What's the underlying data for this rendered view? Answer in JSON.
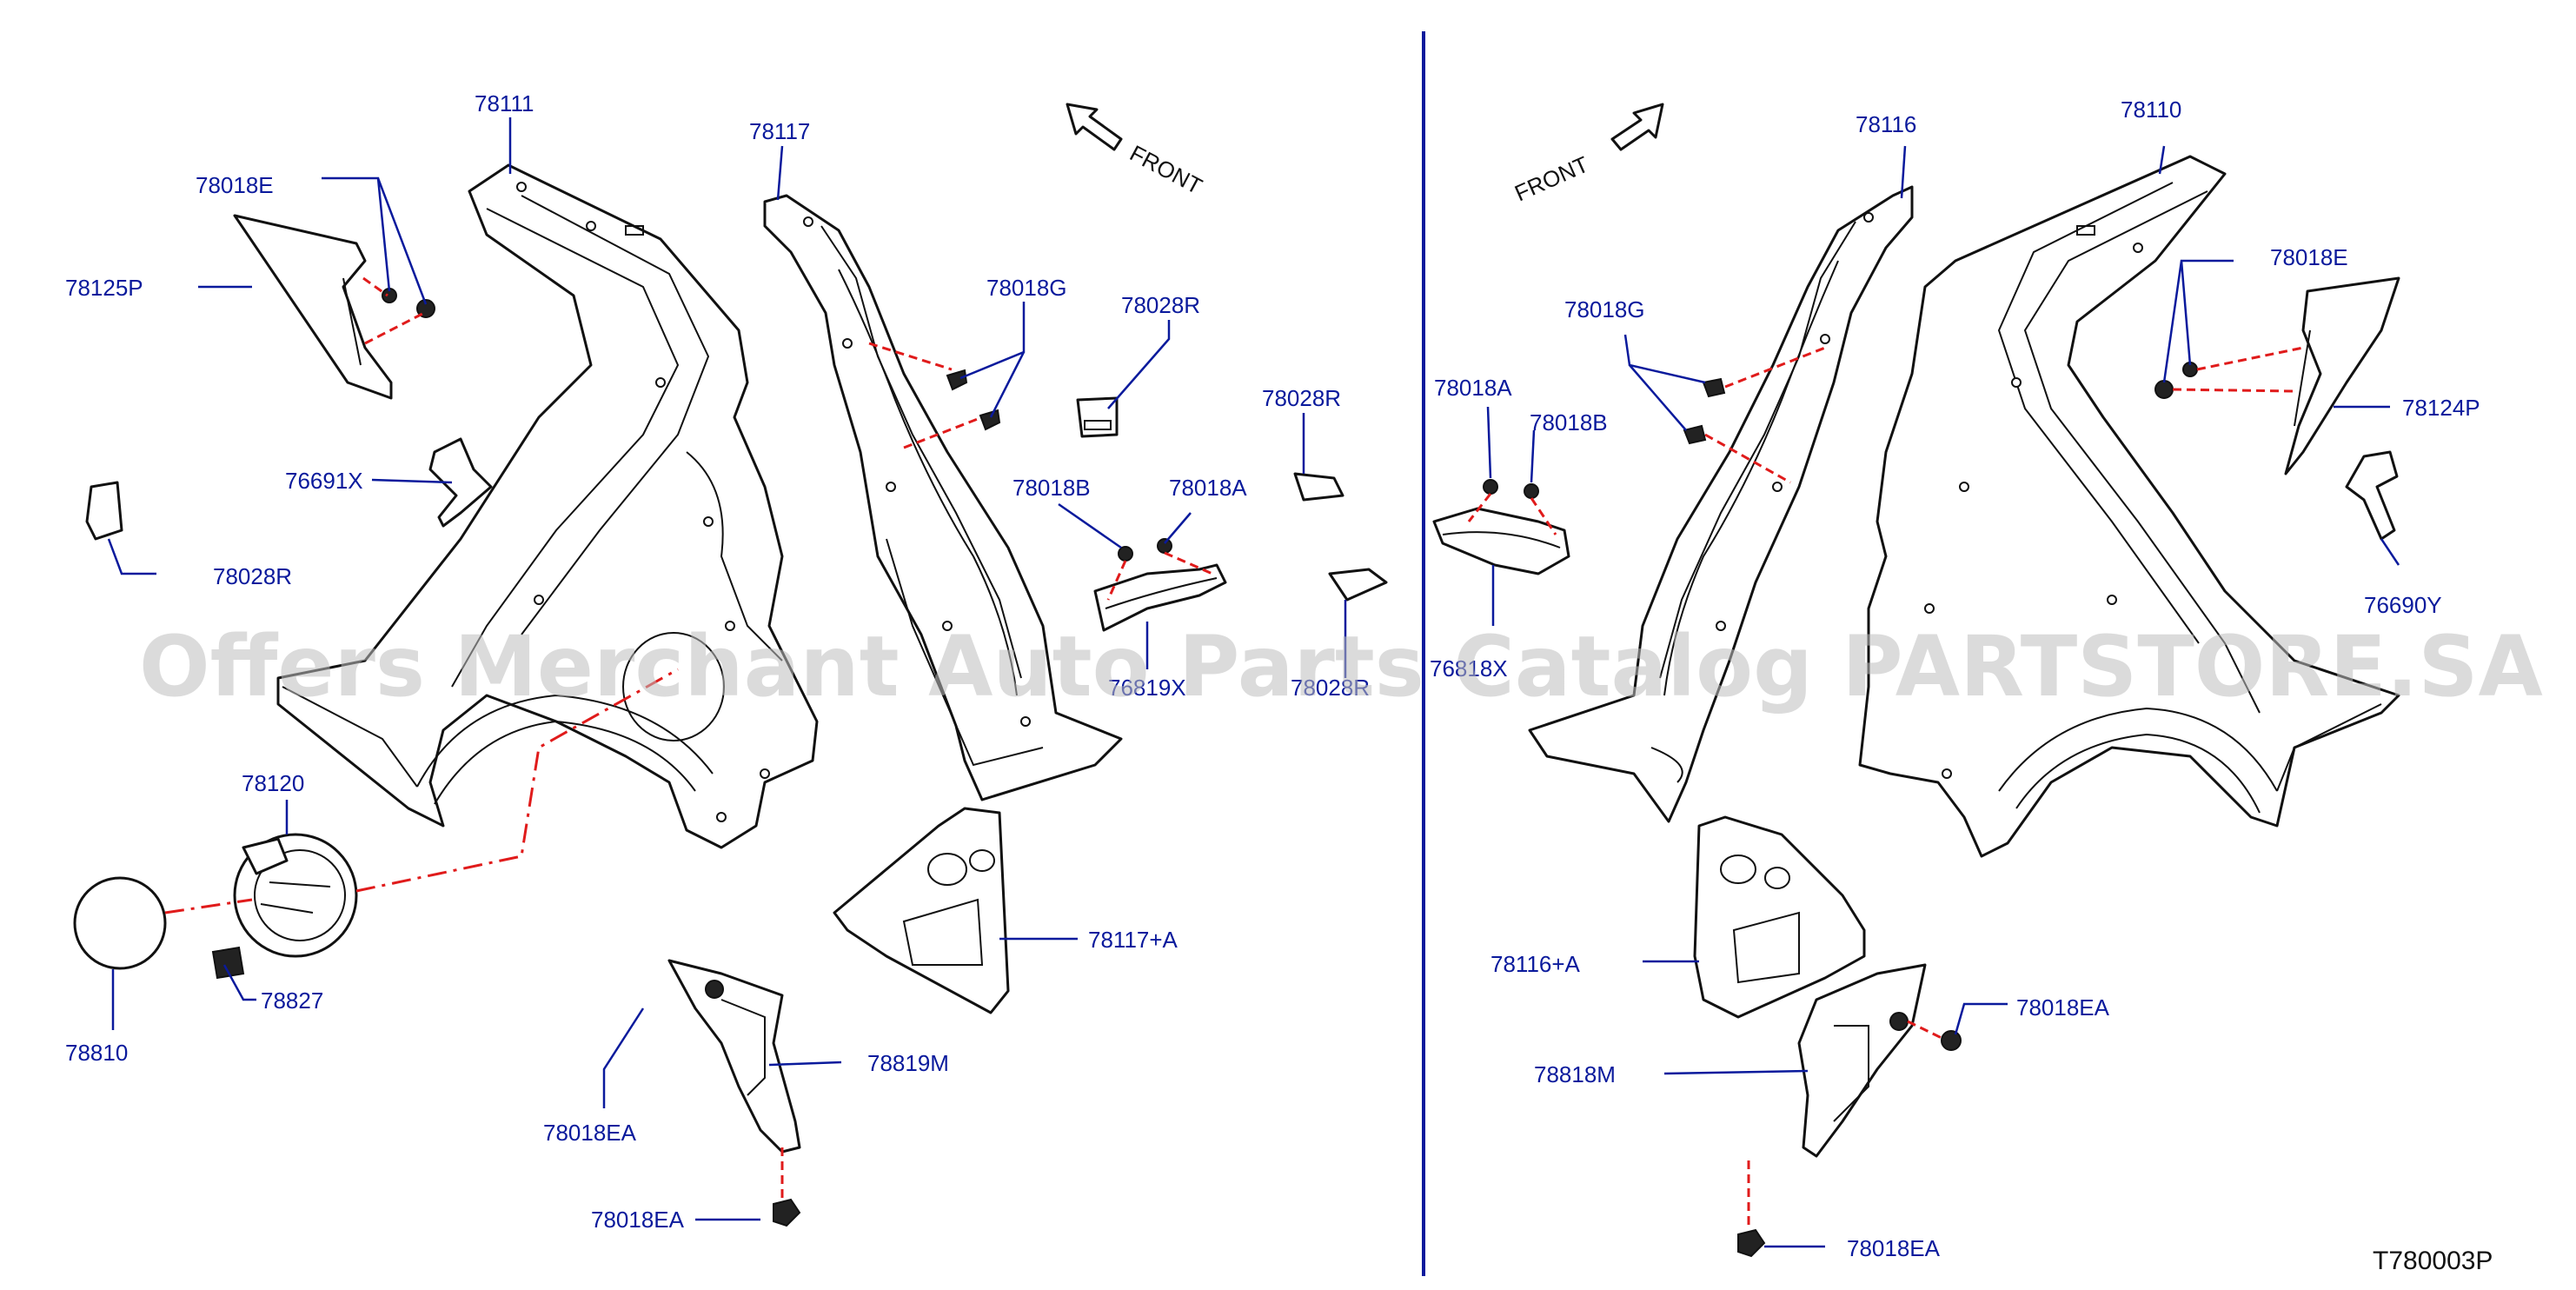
{
  "watermark": "Offers Merchant Auto Parts Catalog PARTSTORE.SA",
  "diagram_code": "T780003P",
  "front_labels": {
    "left": "FRONT",
    "right": "FRONT"
  },
  "labels": {
    "p78111": "78111",
    "p78117": "78117",
    "p78018E_left": "78018E",
    "p78125P": "78125P",
    "p78018G_left": "78018G",
    "p78028R_a": "78028R",
    "p78028R_b": "78028R",
    "p76691X": "76691X",
    "p78028R_c": "78028R",
    "p78018B_left": "78018B",
    "p78018A_left": "78018A",
    "p76819X": "76819X",
    "p78028R_d": "78028R",
    "p78120": "78120",
    "p78117A": "78117+A",
    "p78810": "78810",
    "p78827": "78827",
    "p78819M": "78819M",
    "p78018EA_l1": "78018EA",
    "p78018EA_l2": "78018EA",
    "p78116": "78116",
    "p78110": "78110",
    "p78018E_right": "78018E",
    "p78018G_right": "78018G",
    "p78018A_right": "78018A",
    "p78018B_right": "78018B",
    "p78124P": "78124P",
    "p76690Y": "76690Y",
    "p76818X": "76818X",
    "p78116A": "78116+A",
    "p78018EA_r1": "78018EA",
    "p78818M": "78818M",
    "p78018EA_r2": "78018EA"
  },
  "colors": {
    "label_blue": "#0a1a9c",
    "leader_blue": "#0a1a9c",
    "divider_blue": "#0a1a9c",
    "dash_red": "#e01b1b",
    "line_black": "#111111"
  }
}
